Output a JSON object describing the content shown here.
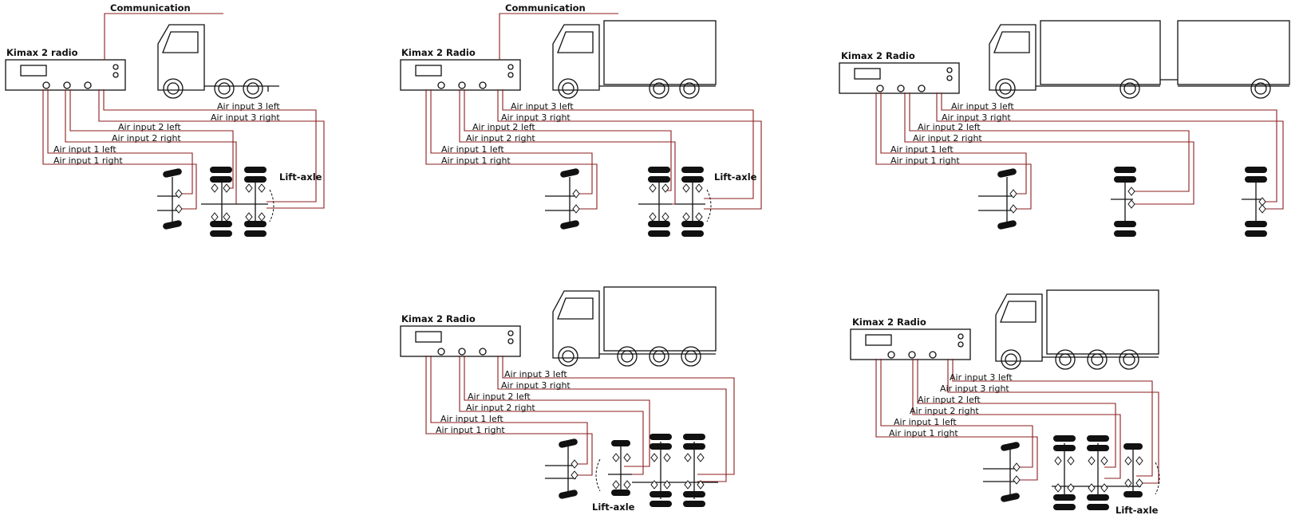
{
  "colors": {
    "hose": "#8b1c1c",
    "line": "#111111",
    "background": "#ffffff"
  },
  "diagrams": [
    {
      "id": "d1",
      "radio": "Kimax 2 radio",
      "communication": "Communication",
      "labels": [
        "Air input 3 left",
        "Air input 3 right",
        "Air input 2 left",
        "Air input 2 right",
        "Air input 1 left",
        "Air input 1 right"
      ],
      "lift_axle": "Lift-axle",
      "vehicle": "tractor-3-axle"
    },
    {
      "id": "d2",
      "radio": "Kimax 2 Radio",
      "communication": "Communication",
      "labels": [
        "Air input 3 left",
        "Air input 3 right",
        "Air input 2 left",
        "Air input 2 right",
        "Air input 1 left",
        "Air input 1 right"
      ],
      "lift_axle": "Lift-axle",
      "vehicle": "rigid-truck-3-axle"
    },
    {
      "id": "d3",
      "radio": "Kimax 2 Radio",
      "labels": [
        "Air input 3 left",
        "Air input 3 right",
        "Air input 2 left",
        "Air input 2 right",
        "Air input 1 left",
        "Air input 1 right"
      ],
      "vehicle": "truck-with-trailer"
    },
    {
      "id": "d4",
      "radio": "Kimax 2 Radio",
      "labels": [
        "Air input 3 left",
        "Air input 3 right",
        "Air input 2 left",
        "Air input 2 right",
        "Air input 1 left",
        "Air input 1 right"
      ],
      "lift_axle": "Lift-axle",
      "vehicle": "rigid-truck-4-axle"
    },
    {
      "id": "d5",
      "radio": "Kimax 2 Radio",
      "labels": [
        "Air input 3 left",
        "Air input 3 right",
        "Air input 2 left",
        "Air input 2 right",
        "Air input 1 left",
        "Air input 1 right"
      ],
      "lift_axle": "Lift-axle",
      "vehicle": "rigid-truck-4-axle"
    }
  ]
}
